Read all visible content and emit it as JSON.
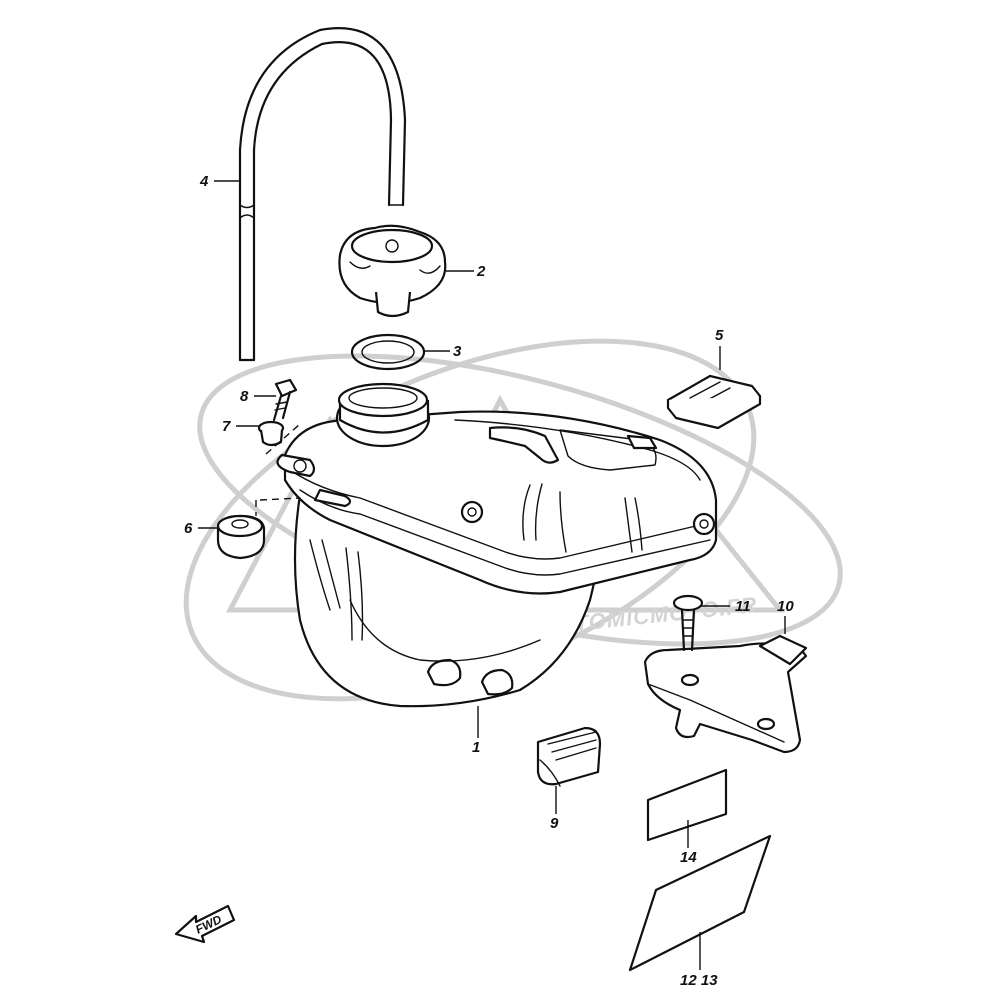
{
  "watermark": {
    "text": "WWW.ATOMICMOTO.FR"
  },
  "fwd_label": "FWD",
  "callouts": {
    "c1": "1",
    "c2": "2",
    "c3": "3",
    "c4": "4",
    "c5": "5",
    "c6": "6",
    "c7": "7",
    "c8": "8",
    "c9": "9",
    "c10": "10",
    "c11": "11",
    "c12_13": "12 13",
    "c14": "14"
  }
}
